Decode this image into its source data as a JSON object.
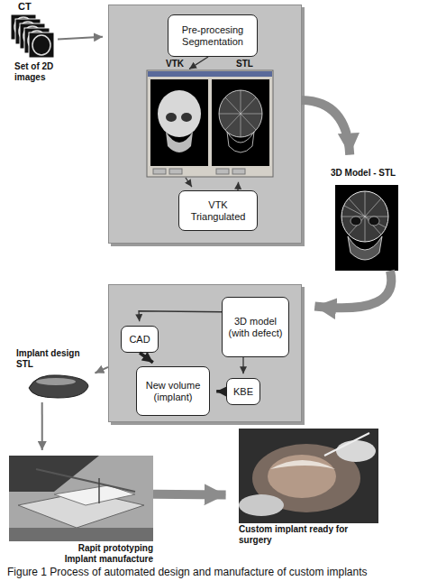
{
  "diagram": {
    "caption": "Figure 1 Process of automated design and manufacture of custom implants",
    "nodes": [
      {
        "text": [
          "CT",
          "Set of 2D images"
        ]
      },
      {
        "text": []
      },
      {
        "text": [
          "Pre-procesing Segmentation"
        ],
        "in": 1
      },
      {
        "text": [
          "VTK",
          "STL"
        ],
        "in": 1
      },
      {
        "text": [
          "VTK Triangulated"
        ],
        "in": 1
      },
      {
        "text": [
          "3D Model - STL"
        ]
      },
      {
        "text": []
      },
      {
        "text": [
          "3D model (with defect)"
        ],
        "in": 6
      },
      {
        "text": [
          "CAD"
        ],
        "in": 6
      },
      {
        "text": [
          "KBE"
        ],
        "in": 6
      },
      {
        "text": [
          "New volume (implant)"
        ],
        "in": 6
      },
      {
        "text": [
          "Implant design STL"
        ]
      },
      {
        "text": [
          "Rapit prototyping Implant manufacture"
        ]
      },
      {
        "text": [
          "Custom implant ready for surgery"
        ]
      }
    ],
    "edges": [
      {
        "from": 0,
        "to": 1,
        "arrow": "to"
      },
      {
        "from": 2,
        "to": 3,
        "arrow": "to"
      },
      {
        "from": 3,
        "to": 4,
        "arrow": "to"
      },
      {
        "from": 4,
        "to": 3,
        "arrow": "to"
      },
      {
        "from": 1,
        "to": 5,
        "arrow": "to"
      },
      {
        "from": 5,
        "to": 6,
        "arrow": "to"
      },
      {
        "from": 7,
        "to": 8,
        "arrow": "to"
      },
      {
        "from": 7,
        "to": 9,
        "arrow": "to"
      },
      {
        "from": 8,
        "to": 10,
        "arrow": "to"
      },
      {
        "from": 9,
        "to": 10,
        "arrow": "to"
      },
      {
        "from": 6,
        "to": 11,
        "arrow": "to"
      },
      {
        "from": 11,
        "to": 12,
        "arrow": "to"
      },
      {
        "from": 12,
        "to": 13,
        "arrow": "to"
      }
    ]
  }
}
